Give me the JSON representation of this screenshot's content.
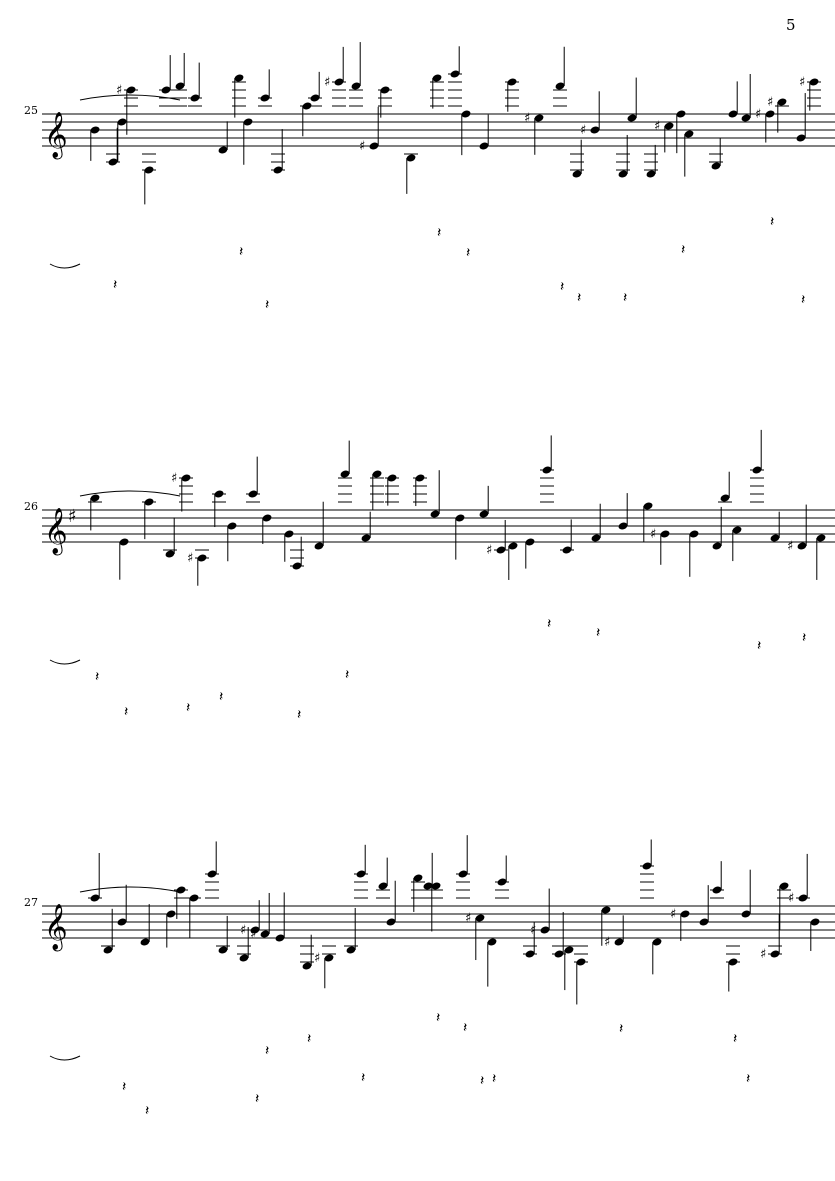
{
  "page": {
    "number": "5"
  },
  "systems": [
    {
      "measure": "25",
      "clef": "treble",
      "key": "C major"
    },
    {
      "measure": "26",
      "clef": "treble",
      "key": "G major (1 sharp)"
    },
    {
      "measure": "27",
      "clef": "treble",
      "key": "C major"
    }
  ],
  "colors": {
    "ink": "#000000",
    "paper": "#ffffff"
  }
}
